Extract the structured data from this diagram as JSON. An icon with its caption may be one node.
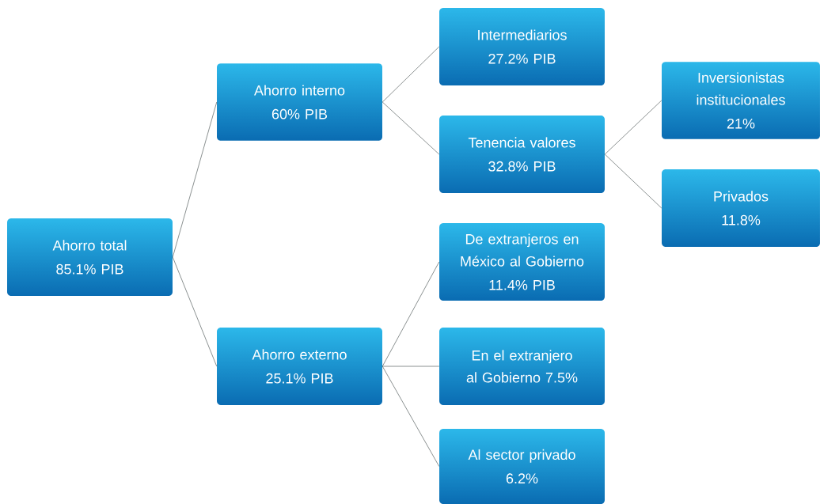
{
  "diagram": {
    "nodes": [
      {
        "text": [
          "Ahorro total",
          "85.1% PIB"
        ]
      },
      {
        "text": [
          "Ahorro interno",
          "60% PIB"
        ]
      },
      {
        "text": [
          "Ahorro externo",
          "25.1% PIB"
        ]
      },
      {
        "text": [
          "Intermediarios",
          "27.2% PIB"
        ]
      },
      {
        "text": [
          "Tenencia valores",
          "32.8% PIB"
        ]
      },
      {
        "text": [
          "De extranjeros en México al Gobierno",
          "11.4% PIB"
        ]
      },
      {
        "text": [
          "En el extranjero al Gobierno 7.5%"
        ]
      },
      {
        "text": [
          "Al sector privado",
          "6.2%"
        ]
      },
      {
        "text": [
          "Inversionistas institucionales",
          "21%"
        ]
      },
      {
        "text": [
          "Privados",
          "11.8%"
        ]
      }
    ],
    "edges": [
      {
        "from": 0,
        "to": 1,
        "arrow": "none"
      },
      {
        "from": 0,
        "to": 2,
        "arrow": "none"
      },
      {
        "from": 1,
        "to": 3,
        "arrow": "none"
      },
      {
        "from": 1,
        "to": 4,
        "arrow": "none"
      },
      {
        "from": 4,
        "to": 8,
        "arrow": "none"
      },
      {
        "from": 4,
        "to": 9,
        "arrow": "none"
      },
      {
        "from": 2,
        "to": 5,
        "arrow": "none"
      },
      {
        "from": 2,
        "to": 6,
        "arrow": "none"
      },
      {
        "from": 2,
        "to": 7,
        "arrow": "none"
      }
    ]
  }
}
